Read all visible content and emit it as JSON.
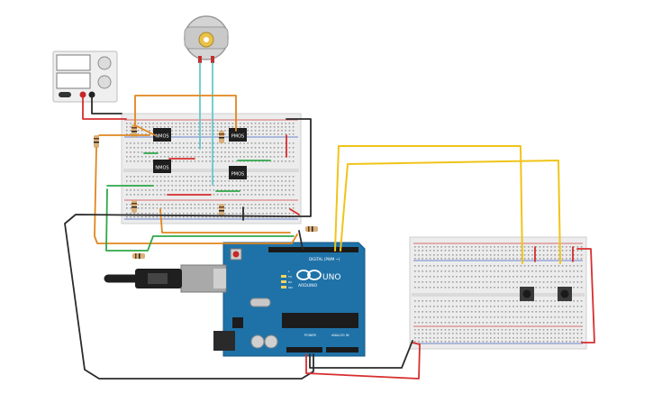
{
  "components": {
    "motor": {
      "icon": "dc-motor-icon"
    },
    "power_supply": {
      "icon": "power-supply-icon"
    },
    "mosfets": [
      {
        "label": "NMOS"
      },
      {
        "label": "PMOS"
      },
      {
        "label": "NMOS"
      },
      {
        "label": "PMOS"
      }
    ],
    "arduino": {
      "model": "UNO",
      "brand": "ARDUINO",
      "header_digital": "DIGITAL (PWM ~)",
      "header_power": "POWER",
      "header_analog": "ANALOG IN",
      "label_tx": "TX",
      "label_rx": "RX",
      "label_l": "L",
      "label_on": "ON"
    },
    "pushbuttons": {
      "count": 2
    }
  },
  "colors": {
    "wire_red": "#d62e2e",
    "wire_black": "#2b2b2b",
    "wire_orange": "#e0861e",
    "wire_green": "#2fa84a",
    "wire_yellow": "#f0c419",
    "wire_cyan": "#62c8cf",
    "arduino_blue": "#1f72a8",
    "breadboard": "#ececec"
  }
}
